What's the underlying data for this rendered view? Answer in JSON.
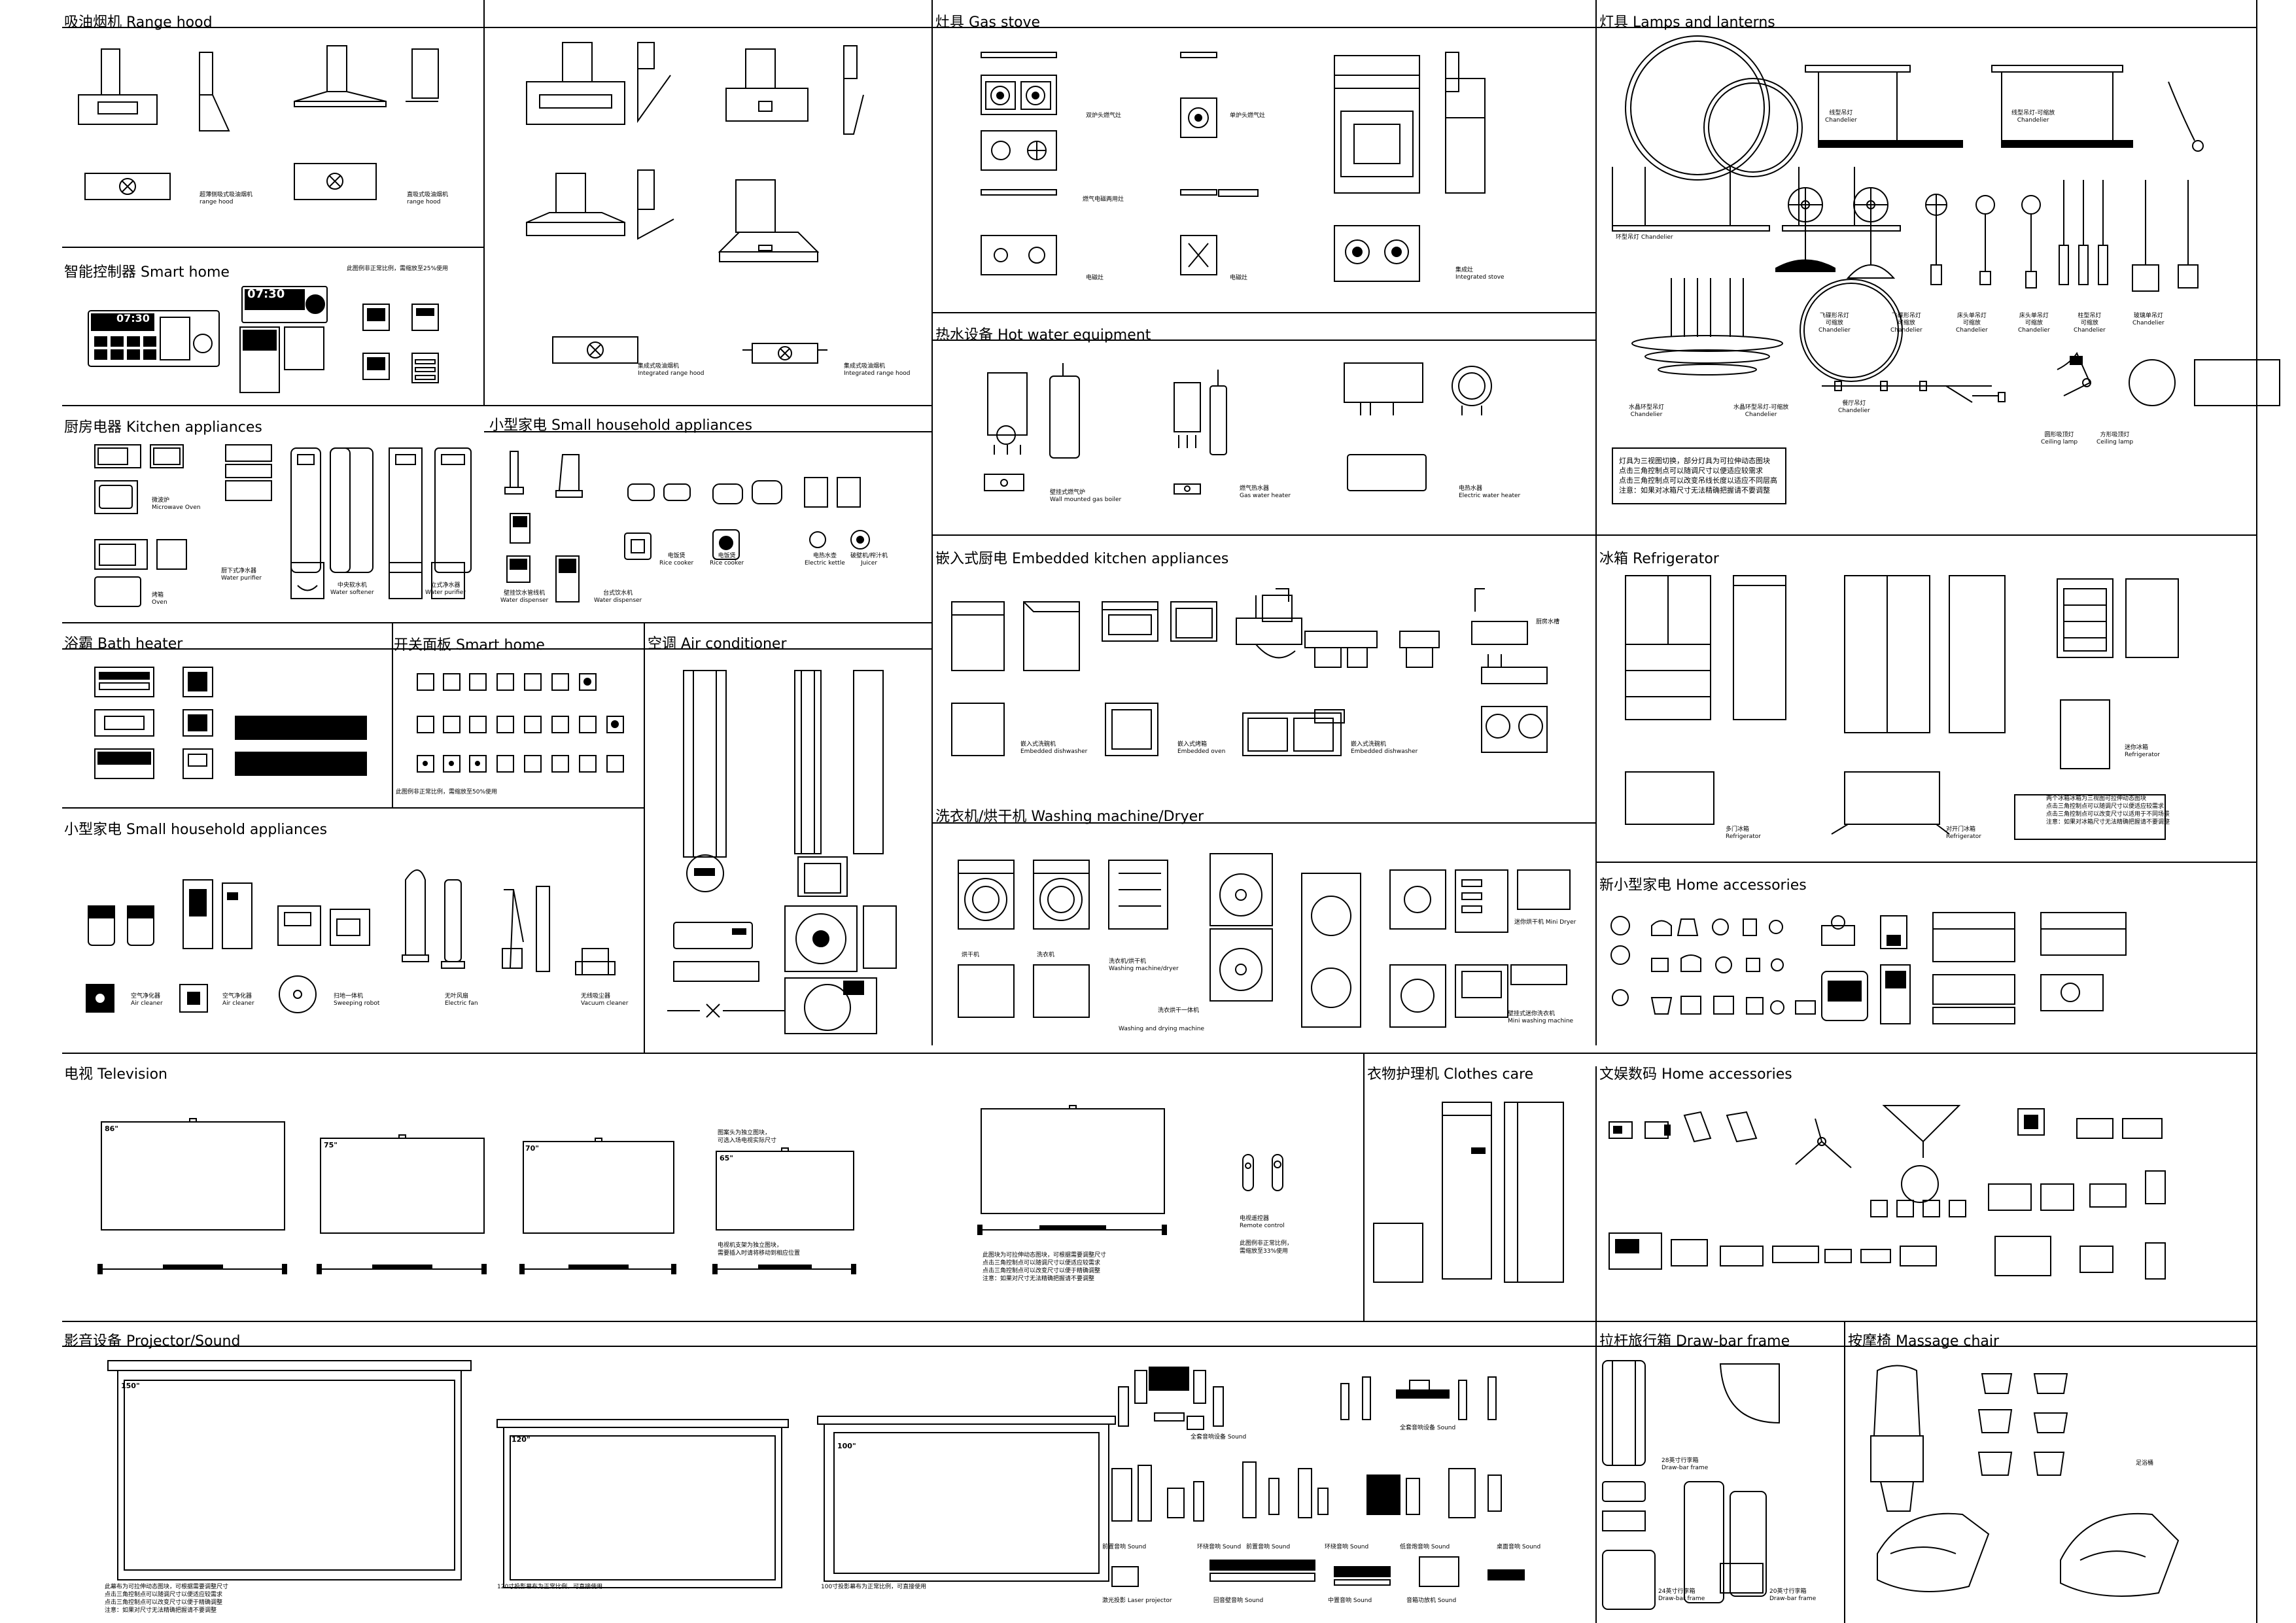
{
  "sections": {
    "range_hood": {
      "title": "吸油烟机 Range hood",
      "labels": [
        "超薄侧吸式吸油烟机\nrange hood",
        "直吸式吸油烟机\nrange hood",
        "集成式吸油烟机\nIntegrated range hood",
        "集成式吸油烟机\nIntegrated range hood"
      ]
    },
    "gas_stove": {
      "title": "灶具 Gas stove",
      "labels": [
        "双炉头燃气灶",
        "单炉头燃气灶",
        "燃气电磁两用灶",
        "电磁灶",
        "电磁灶",
        "集成灶\nIntegrated stove"
      ]
    },
    "lamps": {
      "title": "灯具 Lamps and lanterns",
      "labels": [
        "线型吊灯\nChandelier",
        "线型吊灯-可缩放\nChandelier",
        "环型吊灯 Chandelier",
        "飞碟形吊灯\n可缩放\nChandelier",
        "飞碟形吊灯\n可缩放\nChandelier",
        "床头单吊灯\n可缩放\nChandelier",
        "床头单吊灯\n可缩放\nChandelier",
        "柱型吊灯\n可缩放\nChandelier",
        "玻璃单吊灯\nChandelier",
        "水晶环型吊灯\nChandelier",
        "水晶环型吊灯-可缩放\nChandelier",
        "餐厅吊灯\nChandelier",
        "圆形吸顶灯\nCeiling lamp",
        "方形吸顶灯\nCeiling lamp"
      ],
      "note": [
        "灯具为三视图切换，部分灯具为可拉伸动态图块",
        "点击三角控制点可以随调尺寸以便适应较需求",
        "点击三角控制点可以改变吊线长度以适应不同层高",
        "注意：如果对冰箱尺寸无法精确把握请不要调整"
      ]
    },
    "smart_home_ctrl": {
      "title": "智能控制器 Smart home",
      "note": "此图例非正常比例，需缩放至25%使用",
      "clock": "07:30"
    },
    "hot_water": {
      "title": "热水设备 Hot water equipment",
      "labels": [
        "壁挂式燃气炉\nWall mounted gas boiler",
        "燃气热水器\nGas water heater",
        "电热水器\nElectric water heater"
      ]
    },
    "kitchen_appliances": {
      "title": "厨房电器 Kitchen appliances",
      "labels": [
        "微波炉\nMicrowave Oven",
        "厨下式净水器\nWater purifier",
        "烤箱\nOven",
        "中央软水机\nWater softener",
        "立式净水器\nWater purifier"
      ]
    },
    "small_appliances_1": {
      "title": "小型家电 Small household appliances",
      "labels": [
        "电饭煲\nRice cooker",
        "电饭煲\nRice cooker",
        "电热水壶\nElectric kettle",
        "破壁机/榨汁机\nJuicer",
        "壁挂饮水管线机\nWater dispenser",
        "台式饮水机\nWater dispenser"
      ]
    },
    "embedded_kitchen": {
      "title": "嵌入式厨电 Embedded kitchen appliances",
      "labels": [
        "嵌入式洗碗机\nEmbedded dishwasher",
        "嵌入式烤箱\nEmbedded oven",
        "嵌入式洗碗机\nEmbedded dishwasher",
        "厨房水槽"
      ]
    },
    "refrigerator": {
      "title": "冰箱 Refrigerator",
      "labels": [
        "多门冰箱\nRefrigerator",
        "对开门冰箱\nRefrigerator",
        "迷你冰箱\nRefrigerator"
      ],
      "note": [
        "两个冰箱冰箱为三视图可拉伸动态图块",
        "点击三角控制点可以随调尺寸以便适应较需求",
        "点击三角控制点可以改变尺寸以适用于不同场景",
        "注意：如果对冰箱尺寸无法精确把握请不要调整"
      ]
    },
    "bath_heater": {
      "title": "浴霸 Bath heater"
    },
    "switch_panel": {
      "title": "开关面板 Smart home",
      "note": "此图例非正常比例，需缩放至50%使用"
    },
    "air_conditioner": {
      "title": "空调 Air conditioner"
    },
    "washing": {
      "title": "洗衣机/烘干机 Washing machine/Dryer",
      "labels": [
        "烘干机",
        "洗衣机",
        "洗衣机/烘干机\nWashing machine/dryer",
        "洗衣烘干一体机",
        "Washing and drying machine",
        "迷你烘干机 Mini Dryer",
        "壁挂式迷你洗衣机\nMini washing machine"
      ]
    },
    "new_small_appliances": {
      "title": "新小型家电 Home accessories"
    },
    "small_appliances_2": {
      "title": "小型家电 Small household appliances",
      "labels": [
        "空气净化器\nAir cleaner",
        "空气净化器\nAir cleaner",
        "扫地一体机\nSweeping robot",
        "无叶风扇\nElectric fan",
        "无线吸尘器\nVacuum cleaner"
      ]
    },
    "television": {
      "title": "电视 Television",
      "sizes": [
        "86\"",
        "75\"",
        "70\"",
        "65\""
      ],
      "note_65": [
        "图案头为独立图块，",
        "可选入场电视实际尺寸"
      ],
      "note_65b": [
        "电视机支架为独立图块，",
        "需要插入时请将移动到相应位置"
      ],
      "note_curve": [
        "此图块为可拉伸动态图块，可根据需要调整尺寸",
        "点击三角控制点可以随调尺寸以便适应较需求",
        "点击三角控制点可以改变尺寸以便于精确调整",
        "注意：如果对尺寸无法精确把握请不要调整"
      ],
      "remote": "电视遥控器\nRemote control",
      "remote_note": [
        "此图例非正常比例，",
        "需缩放至33%使用"
      ]
    },
    "clothes_care": {
      "title": "衣物护理机 Clothes care"
    },
    "entertainment": {
      "title": "文娱数码 Home accessories"
    },
    "projector": {
      "title": "影音设备 Projector/Sound",
      "sizes": [
        "150\"",
        "120\"",
        "100\""
      ],
      "note_150": [
        "此幕布为可拉伸动态图块，可根据需要调整尺寸",
        "点击三角控制点可以随调尺寸以便适应较需求",
        "点击三角控制点可以改变尺寸以便于精确调整",
        "注意：如果对尺寸无法精确把握请不要调整"
      ],
      "note_120": "120寸投影幕布为正常比例，可直接使用",
      "note_100": "100寸投影幕布为正常比例，可直接使用",
      "labels": [
        "全套音响设备 Sound",
        "全套音响设备 Sound",
        "前置音响 Sound",
        "环绕音响 Sound",
        "前置音响 Sound",
        "环绕音响 Sound",
        "低音炮音响 Sound",
        "桌面音响 Sound",
        "激光投影 Laser projector",
        "回音壁音响 Sound",
        "中置音响 Sound",
        "音箱功放机 Sound"
      ]
    },
    "drawbar": {
      "title": "拉杆旅行箱 Draw-bar frame",
      "labels": [
        "28英寸行李箱\nDraw-bar frame",
        "24英寸行李箱\nDraw-bar frame",
        "20英寸行李箱\nDraw-bar frame"
      ]
    },
    "massage": {
      "title": "按摩椅 Massage chair",
      "labels": [
        "足浴桶"
      ]
    }
  }
}
